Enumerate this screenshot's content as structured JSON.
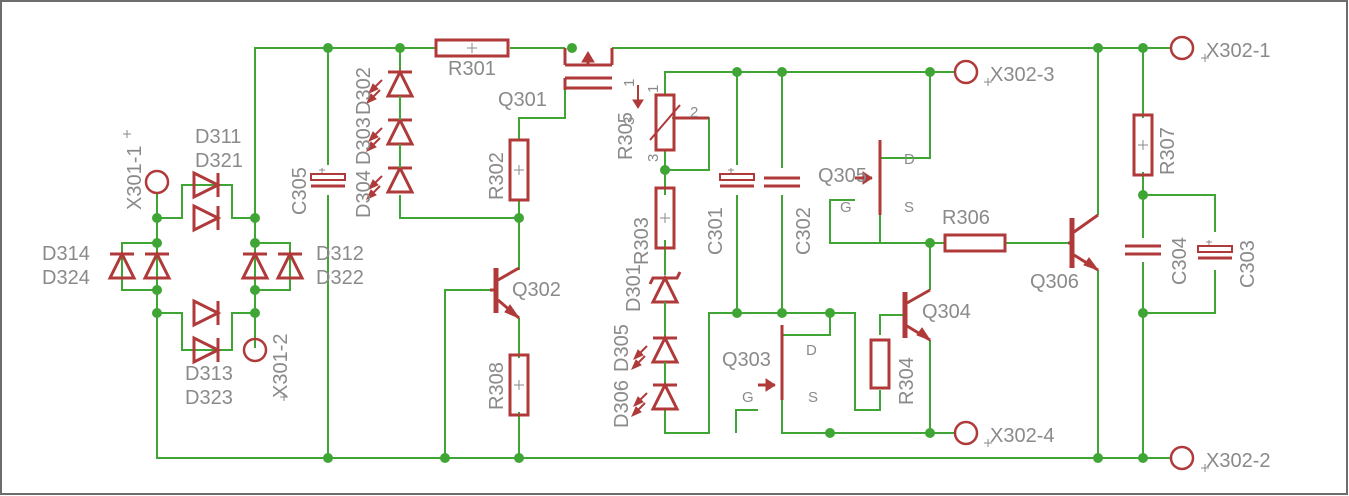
{
  "labels": {
    "X302_1": "X302-1",
    "X302_2": "X302-2",
    "X302_3": "X302-3",
    "X302_4": "X302-4",
    "X301_1": "X301-1",
    "X301_2": "X301-2",
    "R301": "R301",
    "R302": "R302",
    "R303": "R303",
    "R304": "R304",
    "R305": "R305",
    "R306": "R306",
    "R307": "R307",
    "R308": "R308",
    "C301": "C301",
    "C302": "C302",
    "C303": "C303",
    "C304": "C304",
    "C305": "C305",
    "Q301": "Q301",
    "Q302": "Q302",
    "Q303": "Q303",
    "Q304": "Q304",
    "Q305": "Q305",
    "Q306": "Q306",
    "D311": "D311",
    "D321": "D321",
    "D312": "D312",
    "D322": "D322",
    "D313": "D313",
    "D323": "D323",
    "D314": "D314",
    "D324": "D324",
    "D302": "D302",
    "D303": "D303",
    "D304": "D304",
    "D301": "D301",
    "D305": "D305",
    "D306": "D306",
    "pin_D": "D",
    "pin_G": "G",
    "pin_S": "S",
    "pin_1": "1",
    "pin_2": "2",
    "pin_3": "3"
  },
  "colors": {
    "wire": "#3fa535",
    "component": "#b03a3a",
    "label": "#8a8a8a",
    "frame": "#6d6d6d"
  }
}
